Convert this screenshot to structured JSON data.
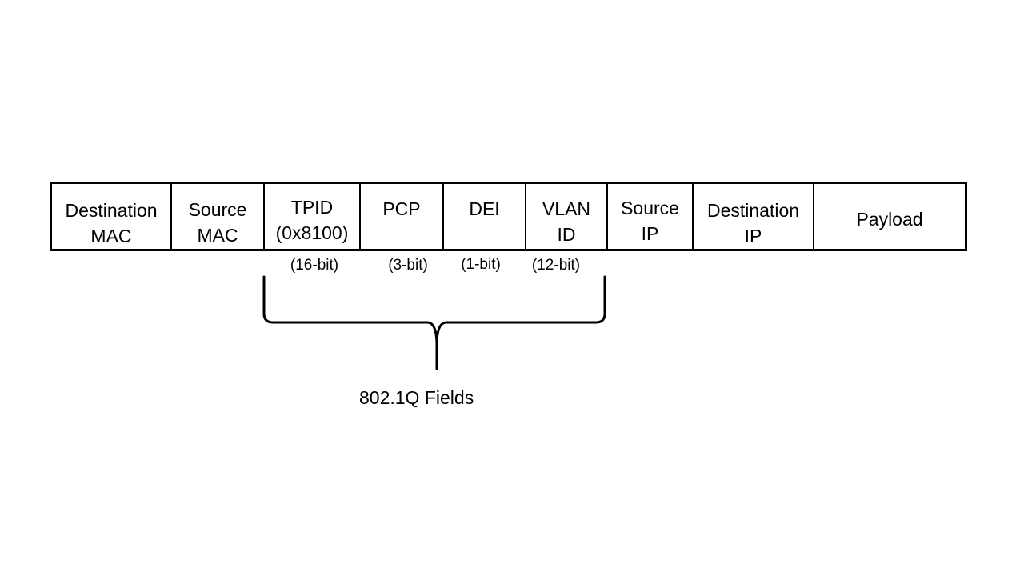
{
  "fields": [
    {
      "label": "Destination\nMAC"
    },
    {
      "label": "Source\nMAC"
    },
    {
      "label": "TPID\n(0x8100)"
    },
    {
      "label": "PCP"
    },
    {
      "label": "DEI"
    },
    {
      "label": "VLAN\nID"
    },
    {
      "label": "Source\nIP"
    },
    {
      "label": "Destination\nIP"
    },
    {
      "label": "Payload"
    }
  ],
  "bit_sizes": [
    "(16-bit)",
    "(3-bit)",
    "(1-bit)",
    "(12-bit)"
  ],
  "group_label": "802.1Q Fields",
  "colors": {
    "line": "#000000",
    "background": "#ffffff",
    "text": "#000000"
  }
}
